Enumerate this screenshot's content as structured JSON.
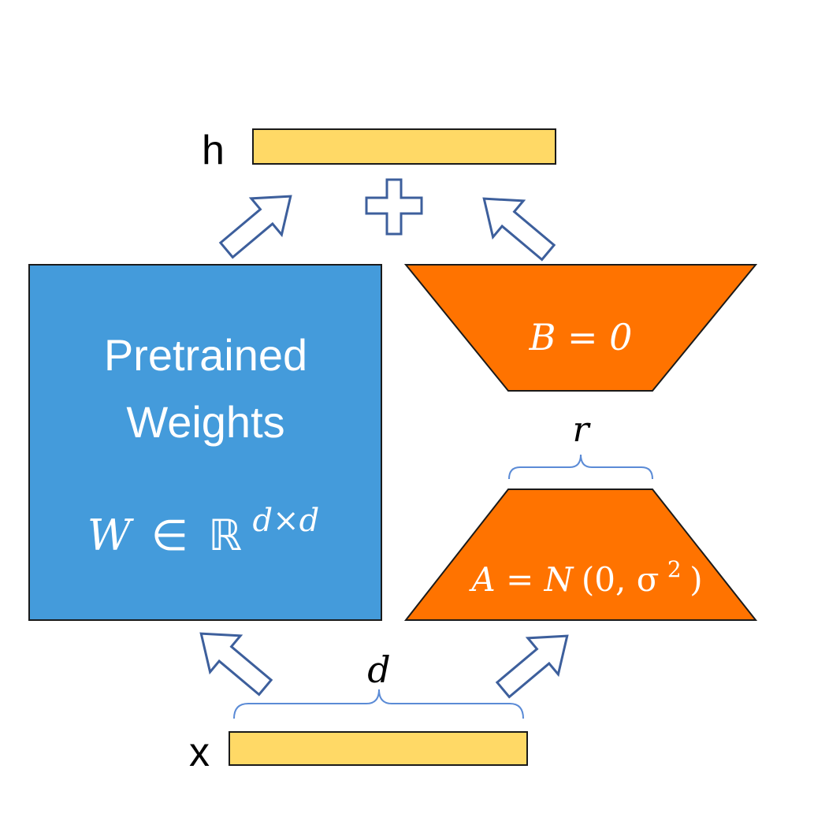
{
  "output": {
    "label": "h"
  },
  "input": {
    "label": "x"
  },
  "pretrained": {
    "line1": "Pretrained",
    "line2": "Weights",
    "math_w": "W",
    "math_in": "∈",
    "math_r": "ℝ",
    "math_sup": "d×d"
  },
  "matrix_b": {
    "label": "B = 0"
  },
  "matrix_a": {
    "label_prefix": "A = ",
    "label_n": "N",
    "label_args": "(0, σ",
    "label_sup": "2",
    "label_close": ")"
  },
  "dims": {
    "r": "r",
    "d": "d"
  },
  "colors": {
    "vector_fill": "#FFD966",
    "pretrained_fill": "#449BDB",
    "lora_fill": "#FF7300",
    "arrow_stroke": "#3D5F9C",
    "brace_stroke": "#5B8BD6",
    "text_on_color": "#FFFFFF",
    "text_dark": "#000000"
  },
  "icons": [
    "up-right-arrow-icon",
    "up-left-arrow-icon",
    "plus-icon"
  ]
}
